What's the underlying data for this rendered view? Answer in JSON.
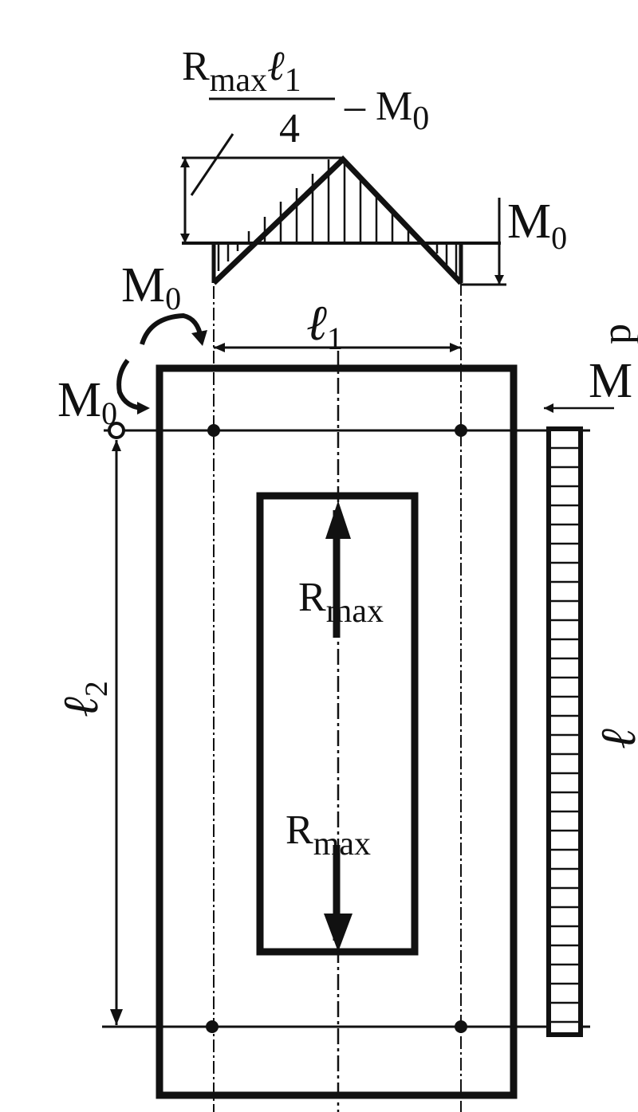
{
  "labels": {
    "top_formula_num": "R",
    "top_formula_num_sub": "max",
    "top_formula_l": "ℓ",
    "top_formula_l_sub": "1",
    "top_formula_den": "4",
    "top_formula_minus": " – M",
    "top_formula_minus_sub": "0",
    "m0_right": "M",
    "m0_right_sub": "0",
    "m0_upper_left": "M",
    "m0_upper_left_sub": "0",
    "m0_left": "M",
    "m0_left_sub": "0",
    "l1": "ℓ",
    "l1_sub": "1",
    "l2": "ℓ",
    "l2_sub": "2",
    "rmax_upper": "R",
    "rmax_upper_sub": "max",
    "rmax_lower": "R",
    "rmax_lower_sub": "max",
    "right_edge_m": "M",
    "right_edge_p": "p",
    "right_edge_l": "ℓ"
  },
  "colors": {
    "ink": "#111111",
    "paper": "#ffffff"
  }
}
